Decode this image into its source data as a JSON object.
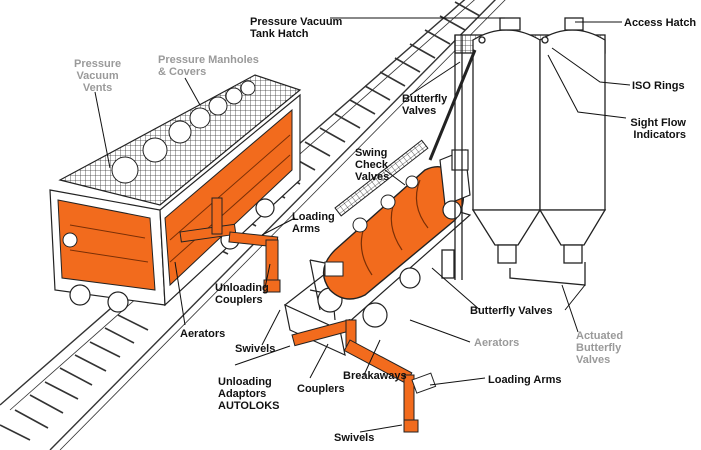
{
  "colors": {
    "orange": "#f26b1d",
    "outline": "#1a1a1a",
    "label": "#111111",
    "muted_label": "#9a9a9a",
    "background": "#ffffff"
  },
  "labels": {
    "pressure_vacuum_tank_hatch": "Pressure Vacuum\nTank Hatch",
    "access_hatch": "Access Hatch",
    "pressure_vacuum_vents": "Pressure\nVacuum\nVents",
    "pressure_manholes_covers": "Pressure Manholes\n& Covers",
    "iso_rings": "ISO Rings",
    "butterfly_valves_top": "Butterfly\nValves",
    "sight_flow_indicators": "Sight Flow\nIndicators",
    "swing_check_valves": "Swing\nCheck\nValves",
    "loading_arms_upper": "Loading\nArms",
    "unloading_couplers": "Unloading\nCouplers",
    "butterfly_valves_lower": "Butterfly Valves",
    "aerators_left": "Aerators",
    "aerators_right": "Aerators",
    "actuated_butterfly_valves": "Actuated\nButterfly\nValves",
    "swivels_upper": "Swivels",
    "breakaways": "Breakaways",
    "loading_arms_lower": "Loading Arms",
    "unloading_adaptors": "Unloading\nAdaptors\nAUTOLOKS",
    "couplers": "Couplers",
    "swivels_lower": "Swivels"
  }
}
